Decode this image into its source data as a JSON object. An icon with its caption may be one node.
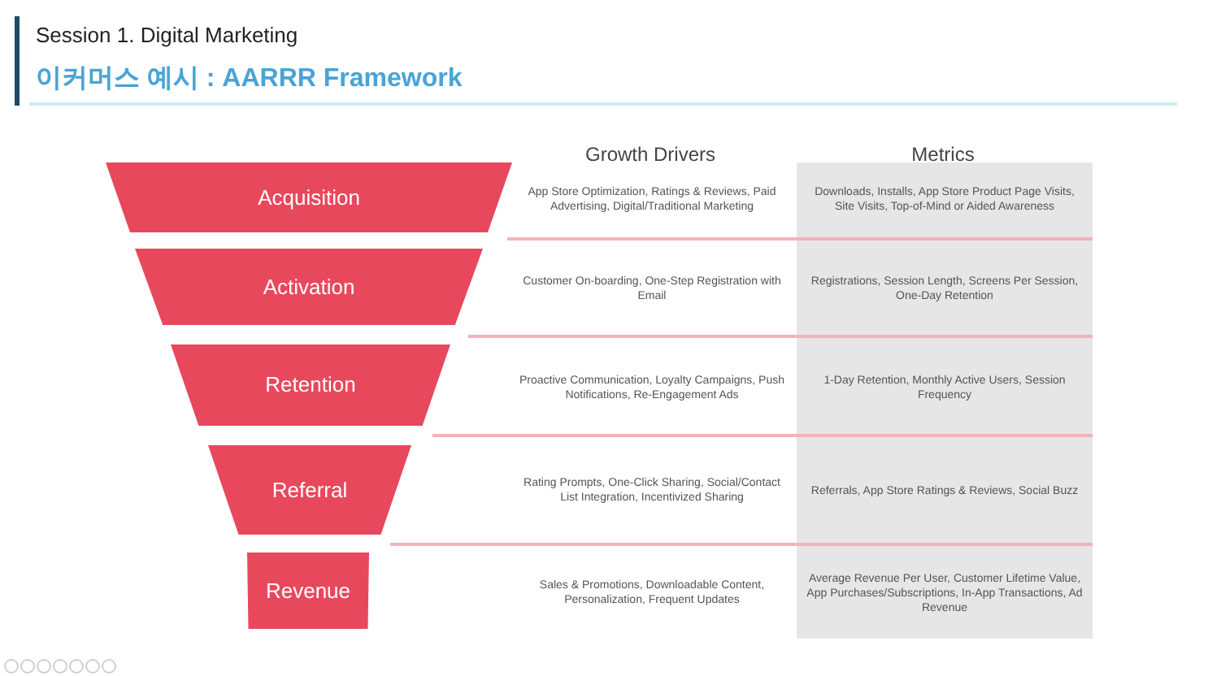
{
  "diagram": {
    "title": "이커머스 예시 : AARRR Framework",
    "nodes": [
      {
        "text": [
          "Acquisition"
        ]
      },
      {
        "text": [
          "Activation"
        ]
      },
      {
        "text": [
          "Retention"
        ]
      },
      {
        "text": [
          "Referral"
        ]
      },
      {
        "text": [
          "Revenue"
        ]
      }
    ],
    "edges": [],
    "labels": [
      "Session 1. Digital Marketing",
      "Growth Drivers",
      "Metrics",
      "App Store Optimization, Ratings & Reviews, Paid Advertising, Digital/Traditional Marketing",
      "Downloads, Installs, App Store Product Page Visits, Site Visits, Top-of-Mind or Aided Awareness",
      "Customer On-boarding, One-Step Registration with Email",
      "Registrations, Session Length, Screens Per Session, One-Day Retention",
      "Proactive Communication, Loyalty Campaigns, Push Notifications, Re-Engagement Ads",
      "1-Day Retention, Monthly Active Users, Session Frequency",
      "Rating Prompts, One-Click Sharing, Social/Contact List Integration, Incentivized Sharing",
      "Referrals, App Store Ratings & Reviews, Social Buzz",
      "Sales & Promotions, Downloadable Content, Personalization, Frequent Updates",
      "Average Revenue Per User, Customer Lifetime Value, App Purchases/Subscriptions, In-App Transactions, Ad Revenue"
    ]
  }
}
